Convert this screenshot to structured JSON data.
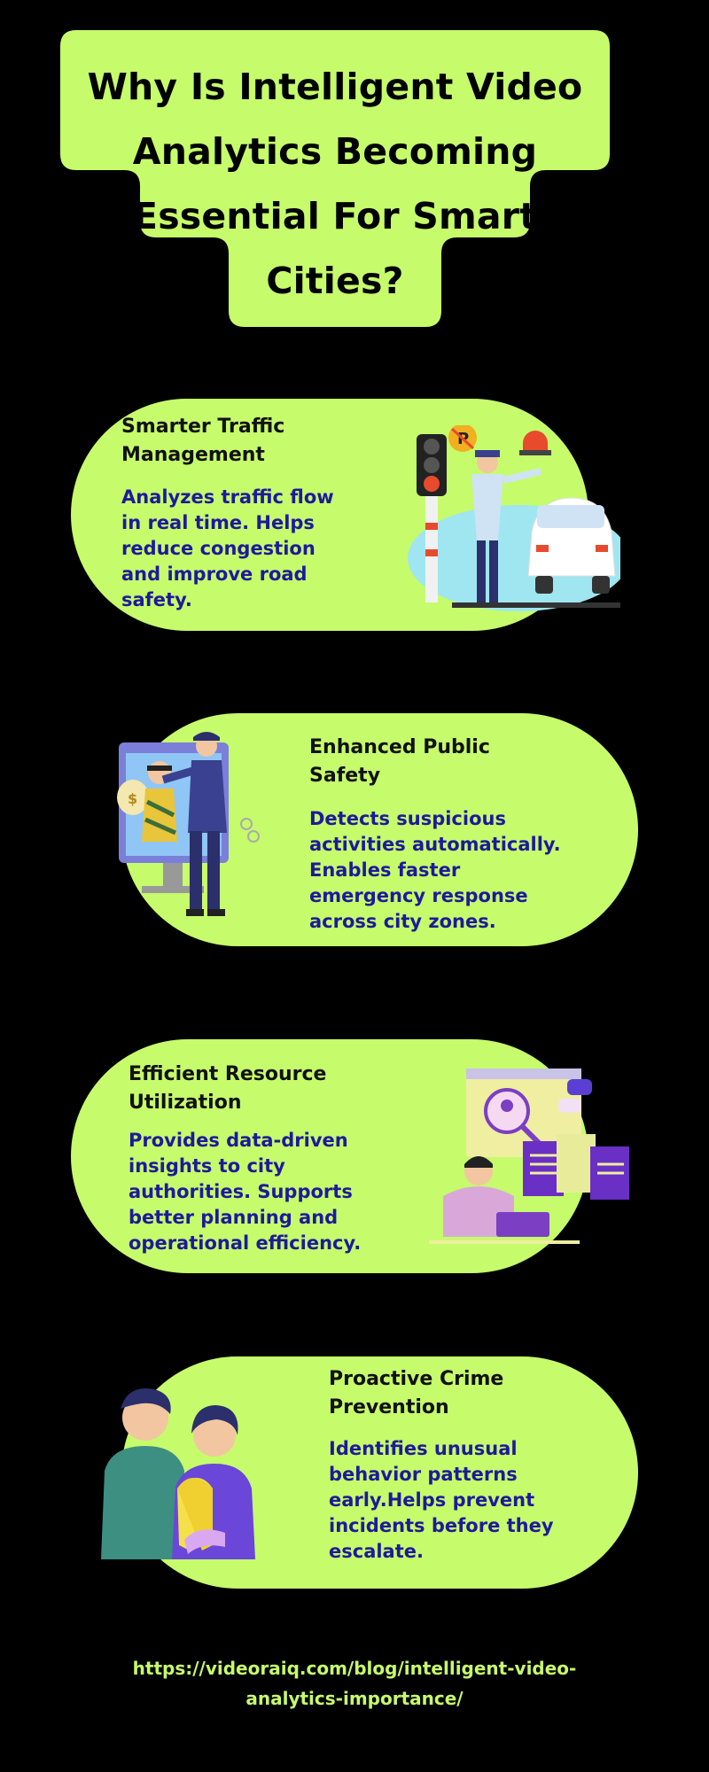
{
  "title": {
    "lines": [
      "Why Is Intelligent Video",
      "Analytics Becoming",
      "Essential For Smart",
      "Cities?"
    ]
  },
  "cards": [
    {
      "title_lines": [
        "Smarter Traffic",
        "Management"
      ],
      "desc_lines": [
        "Analyzes traffic flow",
        "in real time. Helps",
        "reduce congestion",
        "and improve road",
        "safety."
      ],
      "illustration": "traffic-police-icon"
    },
    {
      "title_lines": [
        "Enhanced Public",
        "Safety"
      ],
      "desc_lines": [
        "Detects suspicious",
        "activities automatically.",
        "Enables faster",
        "emergency response",
        "across city zones."
      ],
      "illustration": "police-arrest-icon"
    },
    {
      "title_lines": [
        "Efficient Resource",
        "Utilization"
      ],
      "desc_lines": [
        "Provides data-driven",
        "insights to city",
        "authorities. Supports",
        "better planning and",
        "operational efficiency."
      ],
      "illustration": "data-analyst-icon"
    },
    {
      "title_lines": [
        "Proactive Crime",
        "Prevention"
      ],
      "desc_lines": [
        "Identifies unusual",
        "behavior patterns",
        "early.Helps prevent",
        "incidents before they",
        "escalate."
      ],
      "illustration": "ribbon-people-icon"
    }
  ],
  "footer": {
    "url_lines": [
      "https://videoraiq.com/blog/intelligent-video-",
      "analytics-importance/"
    ]
  },
  "colors": {
    "background": "#000000",
    "accent": "#c6fb6c",
    "description_text": "#1d1a9a"
  }
}
